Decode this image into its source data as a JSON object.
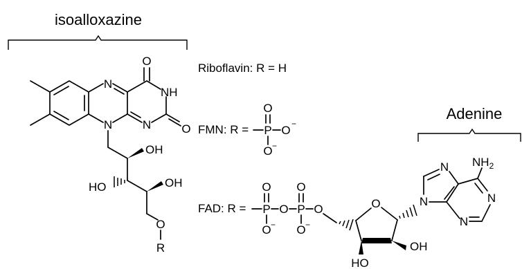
{
  "headings": {
    "isoalloxazine": "isoalloxazine",
    "adenine": "Adenine"
  },
  "equations": {
    "riboflavin": "Riboflavin: R = H",
    "fmn": "FMN: R =",
    "fad": "FAD: R ="
  },
  "atoms": {
    "N": "N",
    "O": "O",
    "R": "R",
    "P": "P",
    "NH": "NH",
    "OH": "OH",
    "HO": "HO",
    "NH2_main": "NH",
    "NH2_sub": "2"
  },
  "charges": {
    "minus": "−"
  }
}
